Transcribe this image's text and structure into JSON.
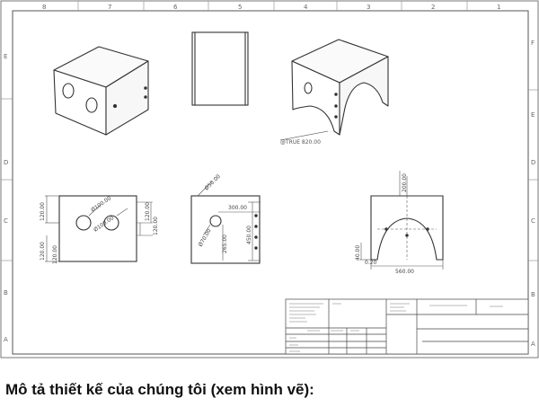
{
  "caption": "Mô tả thiết kế của chúng tôi (xem hình vẽ):",
  "drawing": {
    "zone_numbers_top": [
      "8",
      "7",
      "6",
      "5",
      "4",
      "3",
      "2",
      "1"
    ],
    "zone_letters_left": [
      "E",
      "D",
      "C",
      "B",
      "A"
    ],
    "zone_letters_right": [
      "F",
      "E",
      "D",
      "C",
      "B",
      "A"
    ],
    "iso_note": "@TRUE 820.00",
    "dimensions": {
      "front_left_1": "120.00",
      "front_left_2": "120.00",
      "front_left_3": "120.00",
      "front_right_1": "120.00",
      "front_right_2": "120.00",
      "front_hole_1": "Ø100.00",
      "front_hole_2": "Ø100.00",
      "side_top": "Ø50.00",
      "side_width": "300.00",
      "side_height": "450.00",
      "side_hole": "Ø70.00",
      "side_depth": "265.00",
      "back_top": "200.00",
      "back_bottom_left": "40.00",
      "back_bottom_small": "0.20",
      "back_width": "560.00"
    }
  },
  "colors": {
    "line": "#333333",
    "border": "#555555",
    "caption": "#111111"
  }
}
